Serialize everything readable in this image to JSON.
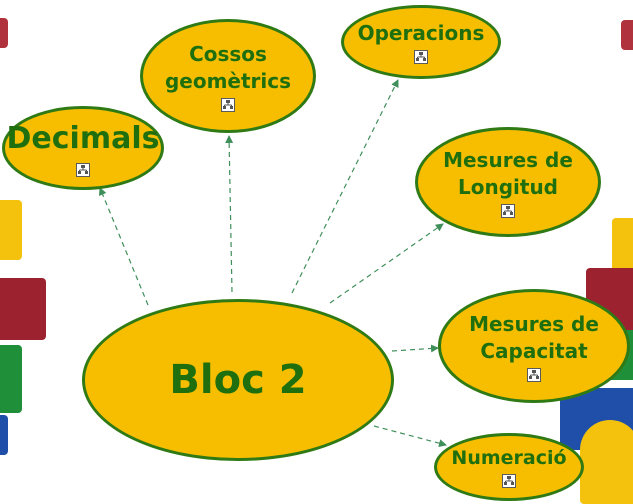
{
  "diagram": {
    "center": {
      "label": "Bloc 2"
    },
    "nodes": [
      {
        "id": "decimals",
        "lines": [
          "Decimals"
        ],
        "icon": "concept-map-icon"
      },
      {
        "id": "cossos",
        "lines": [
          "Cossos",
          "geomètrics"
        ],
        "icon": "concept-map-icon"
      },
      {
        "id": "operacions",
        "lines": [
          "Operacions"
        ],
        "icon": "concept-map-icon"
      },
      {
        "id": "longitud",
        "lines": [
          "Mesures de",
          "Longitud"
        ],
        "icon": "concept-map-icon"
      },
      {
        "id": "capacitat",
        "lines": [
          "Mesures de",
          "Capacitat"
        ],
        "icon": "concept-map-icon"
      },
      {
        "id": "numeracio",
        "lines": [
          "Numeració"
        ],
        "icon": "concept-map-icon"
      }
    ],
    "links": [
      {
        "from": "center",
        "to": "decimals"
      },
      {
        "from": "center",
        "to": "cossos"
      },
      {
        "from": "center",
        "to": "operacions"
      },
      {
        "from": "center",
        "to": "longitud"
      },
      {
        "from": "center",
        "to": "capacitat"
      },
      {
        "from": "center",
        "to": "numeracio"
      }
    ]
  },
  "colors": {
    "node_fill": "#f7be00",
    "node_border": "#2f7a14",
    "text": "#1f6f0f",
    "link": "#3f8f5a"
  }
}
